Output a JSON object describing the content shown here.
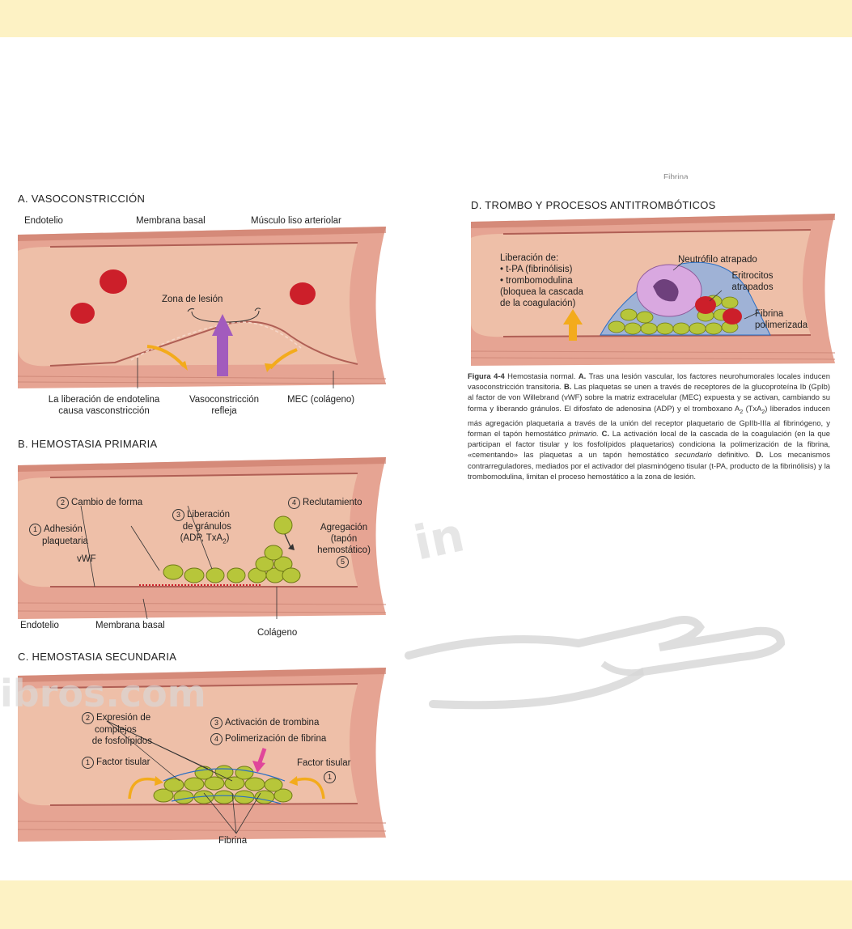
{
  "colors": {
    "band": "#fdf2c4",
    "lumen": "#eebfa8",
    "wall": "#e6a493",
    "wall_dark": "#c97968",
    "rbc": "#cc1f2a",
    "platelet": "#b7c63a",
    "arrow_orange": "#f3ab1c",
    "arrow_purple": "#a25bbd",
    "arrow_pink": "#e0469a"
  },
  "panels": {
    "a": {
      "title": "A. VASOCONSTRICCIÓN",
      "labels": {
        "endotelio": "Endotelio",
        "membrana_basal": "Membrana basal",
        "musculo": "Músculo liso arteriolar",
        "zona": "Zona de lesión",
        "liberacion_1": "La liberación de endotelina",
        "liberacion_2": "causa vasconstricción",
        "vaso_1": "Vasoconstricción",
        "vaso_2": "refleja",
        "mec": "MEC (colágeno)"
      }
    },
    "b": {
      "title": "B. HEMOSTASIA PRIMARIA",
      "labels": {
        "n2": "2",
        "cambio": "Cambio de forma",
        "n3": "3",
        "lib_1": "Liberación",
        "lib_2": "de gránulos",
        "lib_3": "(ADP, TxA",
        "lib_sub": "2",
        "lib_end": ")",
        "n4": "4",
        "reclutamiento": "Reclutamiento",
        "n1": "1",
        "adhesion_1": "Adhesión",
        "adhesion_2": "plaquetaria",
        "agreg_1": "Agregación",
        "agreg_2": "(tapón",
        "agreg_3": "hemostático)",
        "n5": "5",
        "vwf": "vWF",
        "endotelio": "Endotelio",
        "membrana_basal": "Membrana basal",
        "colageno": "Colágeno"
      }
    },
    "c": {
      "title": "C. HEMOSTASIA SECUNDARIA",
      "labels": {
        "n2": "2",
        "expr_1": "Expresión de",
        "expr_2": "complejos",
        "expr_3": "de fosfolípidos",
        "n1": "1",
        "factor_izq": "Factor tisular",
        "n3": "3",
        "trombina": "Activación de trombina",
        "n4": "4",
        "fibrina_pol": "Polimerización de fibrina",
        "factor_der": "Factor tisular",
        "n1b": "1",
        "fibrina": "Fibrina"
      }
    },
    "d": {
      "title": "D. TROMBO Y PROCESOS ANTITROMBÓTICOS",
      "top_fragment": "Fibrina",
      "labels": {
        "lib_1": "Liberación de:",
        "lib_2": "• t-PA (fibrinólisis)",
        "lib_3": "• trombomodulina",
        "lib_4": "(bloquea la cascada",
        "lib_5": "de la coagulación)",
        "neutrofilo": "Neutrófilo atrapado",
        "eritro_1": "Eritrocitos",
        "eritro_2": "atrapados",
        "fibrina_1": "Fibrina",
        "fibrina_2": "polimerizada"
      }
    }
  },
  "caption": {
    "fig": "Figura 4-4",
    "lead": "Hemostasia normal.",
    "a_key": "A.",
    "a_text": "Tras una lesión vascular, los factores neurohumorales locales inducen vasoconstricción transitoria.",
    "b_key": "B.",
    "b_text1": "Las plaquetas se unen a través de receptores de la glucoproteína Ib (GpIb) al factor de von Willebrand (vWF) sobre la matriz extracelular (MEC) expuesta y se activan, cambiando su forma y liberando gránulos. El difosfato de adenosina (ADP) y el tromboxano A",
    "b_sub": "2",
    "b_text2": "(TxA",
    "b_sub2": "2",
    "b_text3": ") liberados inducen más agregación plaquetaria a través de la unión del receptor plaquetario de GpIIb-IIIa al fibrinógeno, y forman el tapón hemostático",
    "b_italic": "primario.",
    "c_key": "C.",
    "c_text": "La activación local de la cascada de la coagulación (en la que participan el factor tisular y los fosfolípidos plaquetarios) condiciona la polimerización de la fibrina, «cementando» las plaquetas a un tapón hemostático",
    "c_italic": "secundario",
    "c_text2": "definitivo.",
    "d_key": "D.",
    "d_text": "Los mecanismos contrarreguladores, mediados por el activador del plasminógeno tisular (t-PA, producto de la fibrinólisis) y la trombomodulina, limitan el proceso hemostático a la zona de lesión."
  },
  "watermark": {
    "text_1": "ibros.com",
    "text_2": "in"
  }
}
